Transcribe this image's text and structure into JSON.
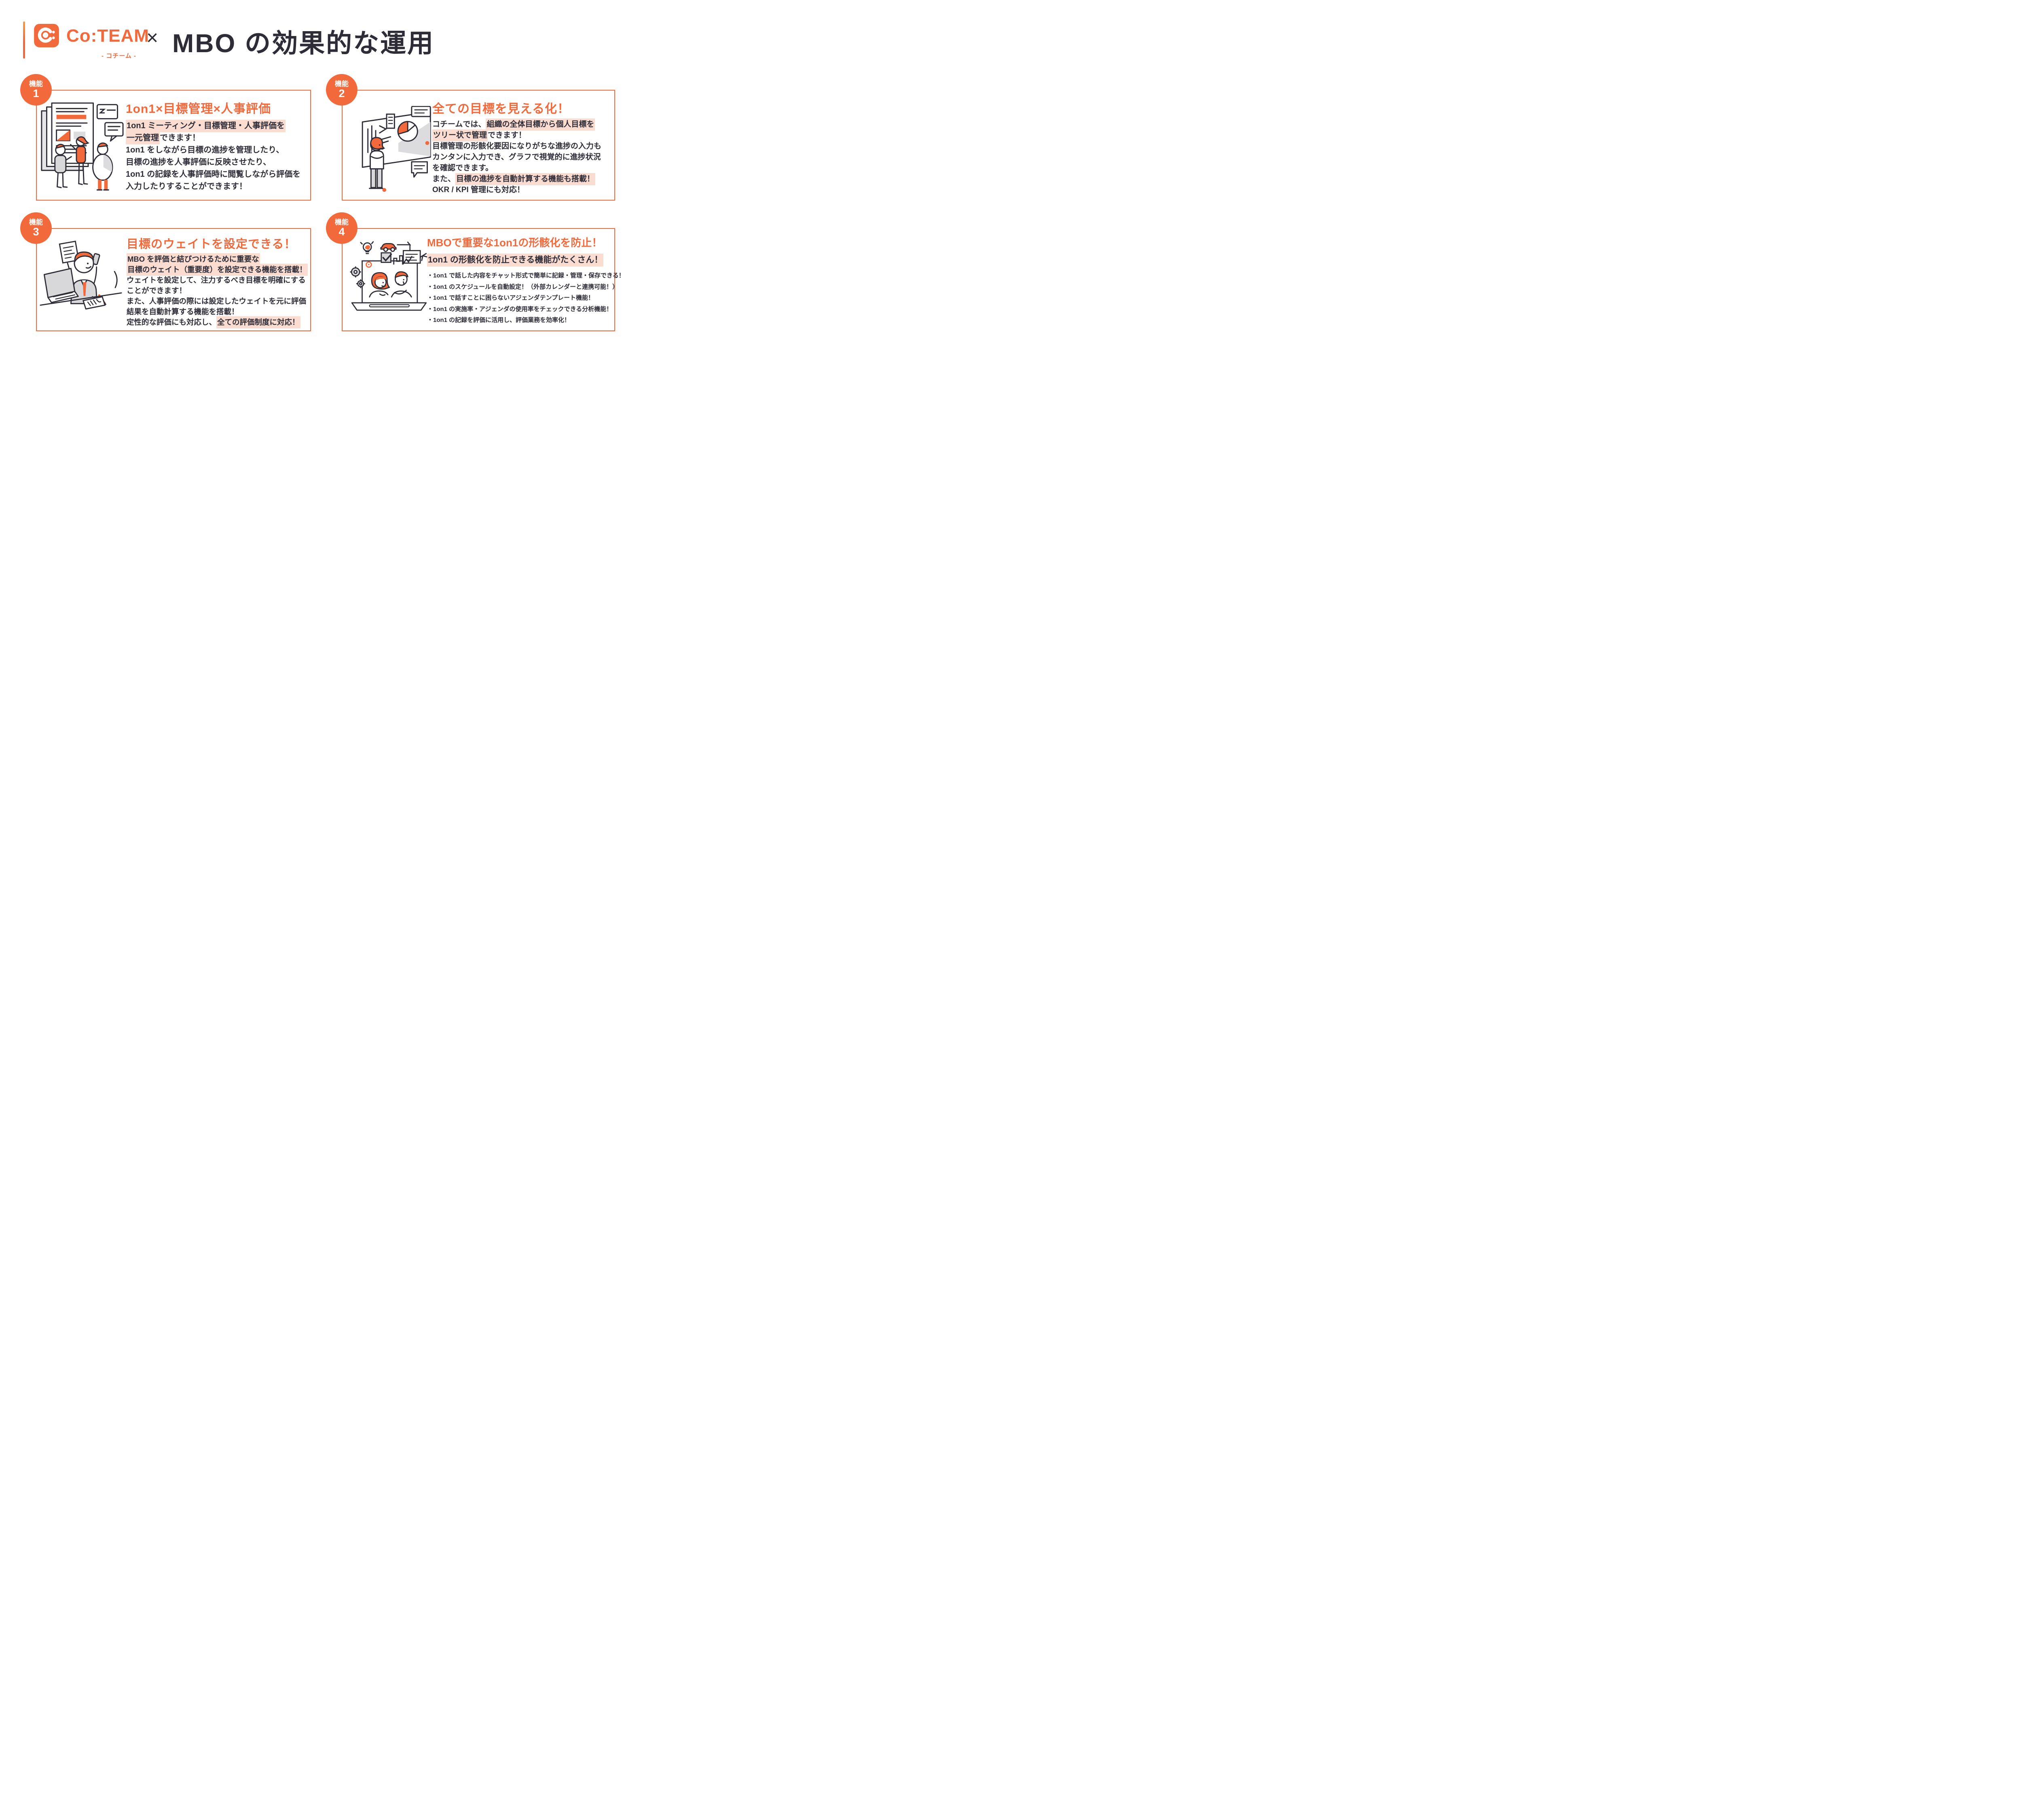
{
  "colors": {
    "accent": "#f2693c",
    "highlight": "#fbdcd0",
    "text_dark": "#2e2d37",
    "gray_fill": "#d8d8da"
  },
  "header": {
    "brand": "Co:TEAM",
    "logo_kana": "- コチーム -",
    "separator": "×",
    "title": "MBO の効果的な運用"
  },
  "badge_label": "機能",
  "cards": [
    {
      "number": "1",
      "title": "1on1×目標管理×人事評価",
      "illustration": "meeting-discussion",
      "lines": [
        {
          "segments": [
            {
              "text": "1on1 ミーティング・目標管理・人事評価を",
              "hl": true
            }
          ]
        },
        {
          "segments": [
            {
              "text": "一元管理",
              "hl": true
            },
            {
              "text": "できます！",
              "hl": false
            }
          ]
        },
        {
          "segments": [
            {
              "text": "1on1 をしながら目標の進捗を管理したり、",
              "hl": false
            }
          ]
        },
        {
          "segments": [
            {
              "text": "目標の進捗を人事評価に反映させたり、",
              "hl": false
            }
          ]
        },
        {
          "segments": [
            {
              "text": "1on1 の記録を人事評価時に閲覧しながら評価を",
              "hl": false
            }
          ]
        },
        {
          "segments": [
            {
              "text": "入力したりすることができます！",
              "hl": false
            }
          ]
        }
      ]
    },
    {
      "number": "2",
      "title": "全ての目標を見える化！",
      "illustration": "goal-tree-board",
      "lines": [
        {
          "segments": [
            {
              "text": "コチームでは、",
              "hl": false
            },
            {
              "text": "組織の全体目標から個人目標を",
              "hl": true
            }
          ]
        },
        {
          "segments": [
            {
              "text": "ツリー状で管理",
              "hl": true
            },
            {
              "text": "できます！",
              "hl": false
            }
          ]
        },
        {
          "segments": [
            {
              "text": "目標管理の形骸化要因になりがちな進捗の入力も",
              "hl": false
            }
          ]
        },
        {
          "segments": [
            {
              "text": "カンタンに入力でき、グラフで視覚的に進捗状況",
              "hl": false
            }
          ]
        },
        {
          "segments": [
            {
              "text": "を確認できます。",
              "hl": false
            }
          ]
        },
        {
          "segments": [
            {
              "text": "また、",
              "hl": false
            },
            {
              "text": "目標の進捗を自動計算する機能も搭載！",
              "hl": true
            }
          ]
        },
        {
          "segments": [
            {
              "text": "OKR / KPI 管理にも対応！",
              "hl": false
            }
          ]
        }
      ]
    },
    {
      "number": "3",
      "title": "目標のウェイトを設定できる！",
      "illustration": "busy-desk-worker",
      "lines": [
        {
          "segments": [
            {
              "text": "MBO を評価と結びつけるために重要な",
              "hl": true
            }
          ]
        },
        {
          "segments": [
            {
              "text": "目標のウェイト（重要度）を設定できる機能を搭載！",
              "hl": true
            }
          ]
        },
        {
          "segments": [
            {
              "text": "ウェイトを設定して、注力するべき目標を明確にする",
              "hl": false
            }
          ]
        },
        {
          "segments": [
            {
              "text": "ことができます！",
              "hl": false
            }
          ]
        },
        {
          "segments": [
            {
              "text": "また、人事評価の際には設定したウェイトを元に評価",
              "hl": false
            }
          ]
        },
        {
          "segments": [
            {
              "text": "結果を自動計算する機能を搭載！",
              "hl": false
            }
          ]
        },
        {
          "segments": [
            {
              "text": "定性的な評価にも対応し、",
              "hl": false
            },
            {
              "text": "全ての評価制度に対応！",
              "hl": true
            }
          ]
        }
      ]
    },
    {
      "number": "4",
      "title": "MBOで重要な1on1の形骸化を防止！",
      "illustration": "online-1on1",
      "subtitle": {
        "segments": [
          {
            "text": "1on1 の形骸化を防止できる機能がたくさん！",
            "hl": true
          }
        ]
      },
      "bullets": [
        "・1on1 で話した内容をチャット形式で簡単に記録・管理・保存できる！",
        "・1on1 のスケジュールを自動設定！（外部カレンダーと連携可能！）",
        "・1on1 で話すことに困らないアジェンダテンプレート機能！",
        "・1on1 の実施率・アジェンダの使用率をチェックできる分析機能！",
        "・1on1 の記録を評価に活用し、評価業務を効率化！"
      ]
    }
  ]
}
